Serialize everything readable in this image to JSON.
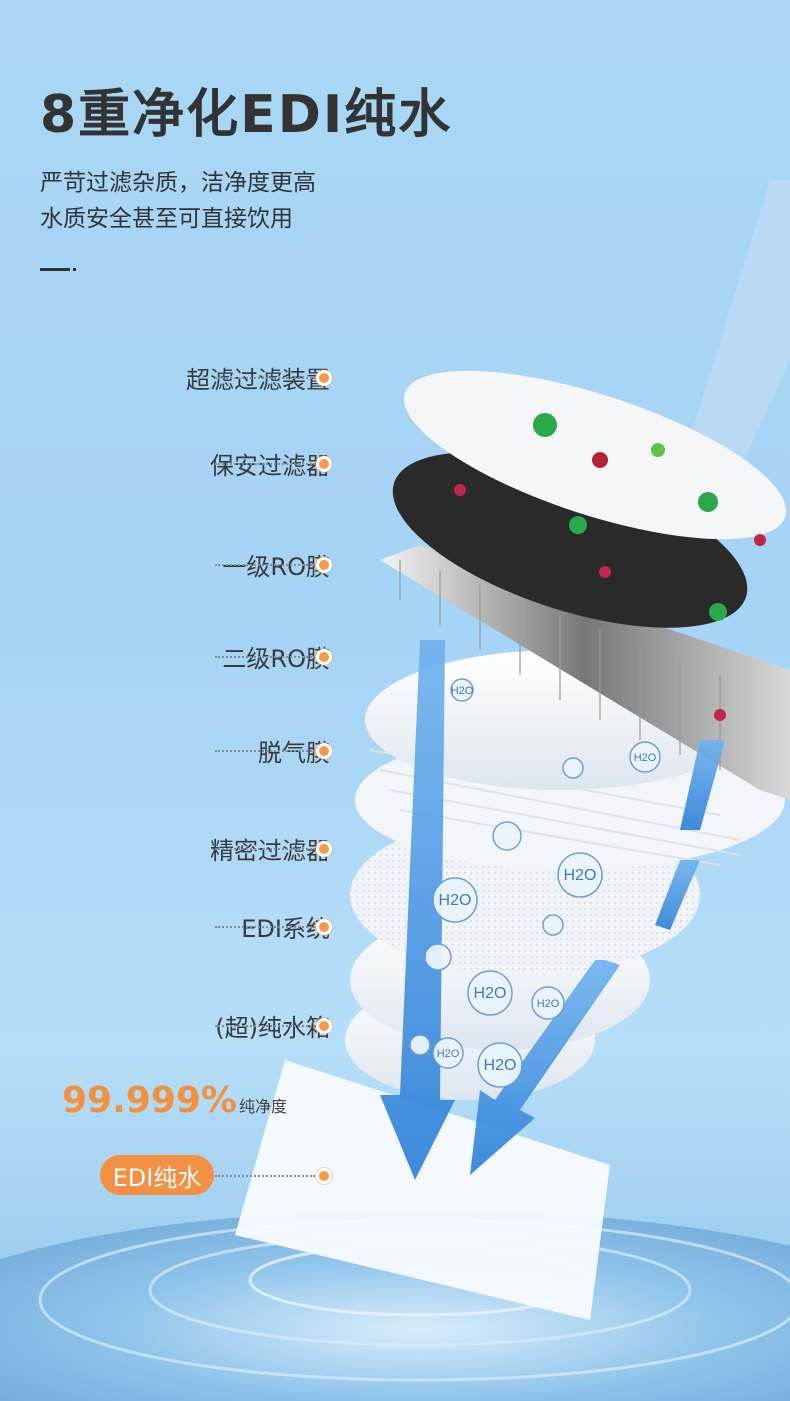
{
  "header": {
    "title": "8重净化EDI纯水",
    "subtitle_line1": "严苛过滤杂质，洁净度更高",
    "subtitle_line2": "水质安全甚至可直接饮用"
  },
  "layers": [
    {
      "label": "超滤过滤装置"
    },
    {
      "label": "保安过滤器"
    },
    {
      "label": "一级RO膜"
    },
    {
      "label": "二级RO膜"
    },
    {
      "label": "脱气膜"
    },
    {
      "label": "精密过滤器"
    },
    {
      "label": "EDI系统"
    },
    {
      "label": "(超)纯水箱"
    }
  ],
  "purity": {
    "value": "99.999%",
    "unit": "纯净度"
  },
  "output_badge": "EDI纯水",
  "molecule_label": "H2O",
  "colors": {
    "accent": "#f39043",
    "text": "#333333",
    "background": "#a9d6f5",
    "arrow": "#3d8fe0"
  }
}
